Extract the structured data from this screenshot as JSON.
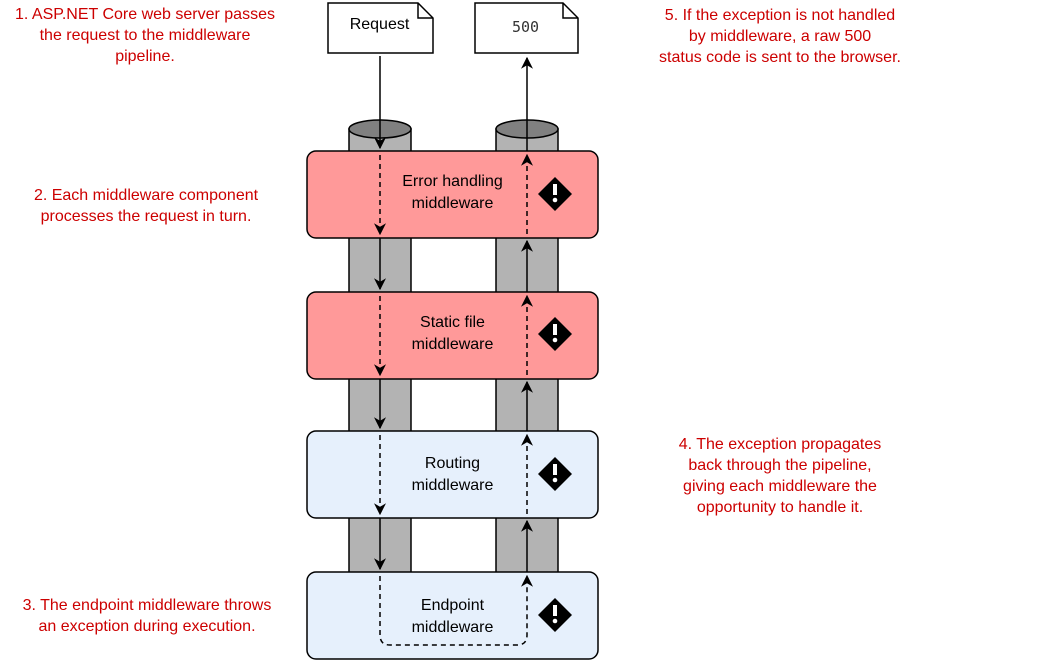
{
  "documents": {
    "request": "Request",
    "response": "500"
  },
  "middleware": [
    {
      "line1": "Error handling",
      "line2": "middleware",
      "fill": "#ff9999"
    },
    {
      "line1": "Static file",
      "line2": "middleware",
      "fill": "#ff9999"
    },
    {
      "line1": "Routing",
      "line2": "middleware",
      "fill": "#e6f0fc"
    },
    {
      "line1": "Endpoint",
      "line2": "middleware",
      "fill": "#e6f0fc"
    }
  ],
  "notes": {
    "note1": {
      "line1": "1. ASP.NET Core web server passes",
      "line2": "the request to the middleware",
      "line3": "pipeline."
    },
    "note2": {
      "line1": "2. Each middleware component",
      "line2": "processes the request in turn."
    },
    "note3": {
      "line1": "3. The endpoint middleware throws",
      "line2": "an exception during execution."
    },
    "note4": {
      "line1": "4. The exception propagates",
      "line2": "back through the pipeline,",
      "line3": "giving each middleware the",
      "line4": "opportunity to handle it."
    },
    "note5": {
      "line1": "5. If the exception is not handled",
      "line2": "by middleware, a raw 500",
      "line3": "status code is sent to the browser."
    }
  },
  "icons": [
    "warning-icon"
  ],
  "colors": {
    "note_text": "#cc0000",
    "pipe": "#b3b3b3",
    "pipe_top": "#808080"
  }
}
